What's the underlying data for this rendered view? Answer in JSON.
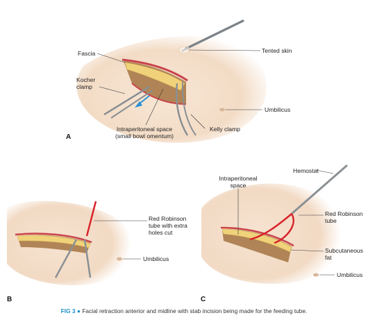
{
  "panels": {
    "a": {
      "letter": "A",
      "labels": {
        "fascia": "Fascia",
        "tented_skin": "Tented skin",
        "kocher_line1": "Kocher",
        "kocher_line2": "clamp",
        "umbilicus": "Umbilicus",
        "intraperitoneal_line1": "Intraperitoneal space",
        "intraperitoneal_line2": "(small bowl omentum)",
        "kelly_clamp": "Kelly clamp"
      }
    },
    "b": {
      "letter": "B",
      "labels": {
        "red_robinson_line1": "Red Robinson",
        "red_robinson_line2": "tube with extra",
        "red_robinson_line3": "holes cut",
        "umbilicus": "Umbilicus"
      }
    },
    "c": {
      "letter": "C",
      "labels": {
        "intraperitoneal_line1": "Intraperitoneal",
        "intraperitoneal_line2": "space",
        "hemostat": "Hemostat",
        "red_robinson_line1": "Red Robinson",
        "red_robinson_line2": "tube",
        "subcutaneous_line1": "Subcutaneous",
        "subcutaneous_line2": "fat",
        "umbilicus": "Umbilicus"
      }
    }
  },
  "caption": {
    "fig_label": "FIG 3",
    "bullet": "●",
    "text": "Facial retraction anterior and midline with stab incision being made for the feeding tube."
  },
  "colors": {
    "skin": "#f3dcc6",
    "fat": "#f0d27a",
    "fascia_red": "#c9434a",
    "tube_red": "#d8242c",
    "instrument": "#8a9094",
    "arrow_blue": "#2a8fd6",
    "caption_blue": "#1b8fc7"
  }
}
